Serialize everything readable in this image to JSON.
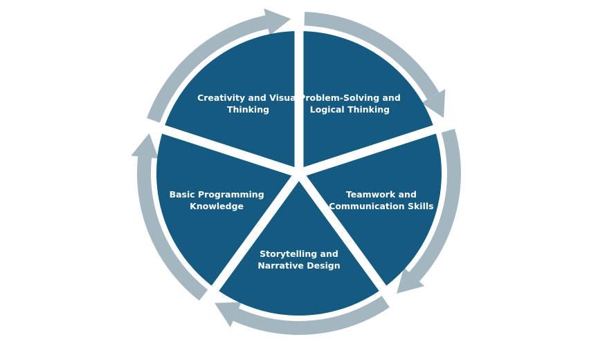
{
  "diagram": {
    "type": "cycle",
    "colors": {
      "segment": "#155a80",
      "ring": "#a4b6c0",
      "gap": "#ffffff"
    },
    "segments": [
      {
        "label": "Problem-Solving and Logical Thinking"
      },
      {
        "label": "Teamwork and Communication Skills"
      },
      {
        "label": "Storytelling and Narrative Design"
      },
      {
        "label": "Basic Programming Knowledge"
      },
      {
        "label": "Creativity and Visual Thinking"
      }
    ]
  }
}
